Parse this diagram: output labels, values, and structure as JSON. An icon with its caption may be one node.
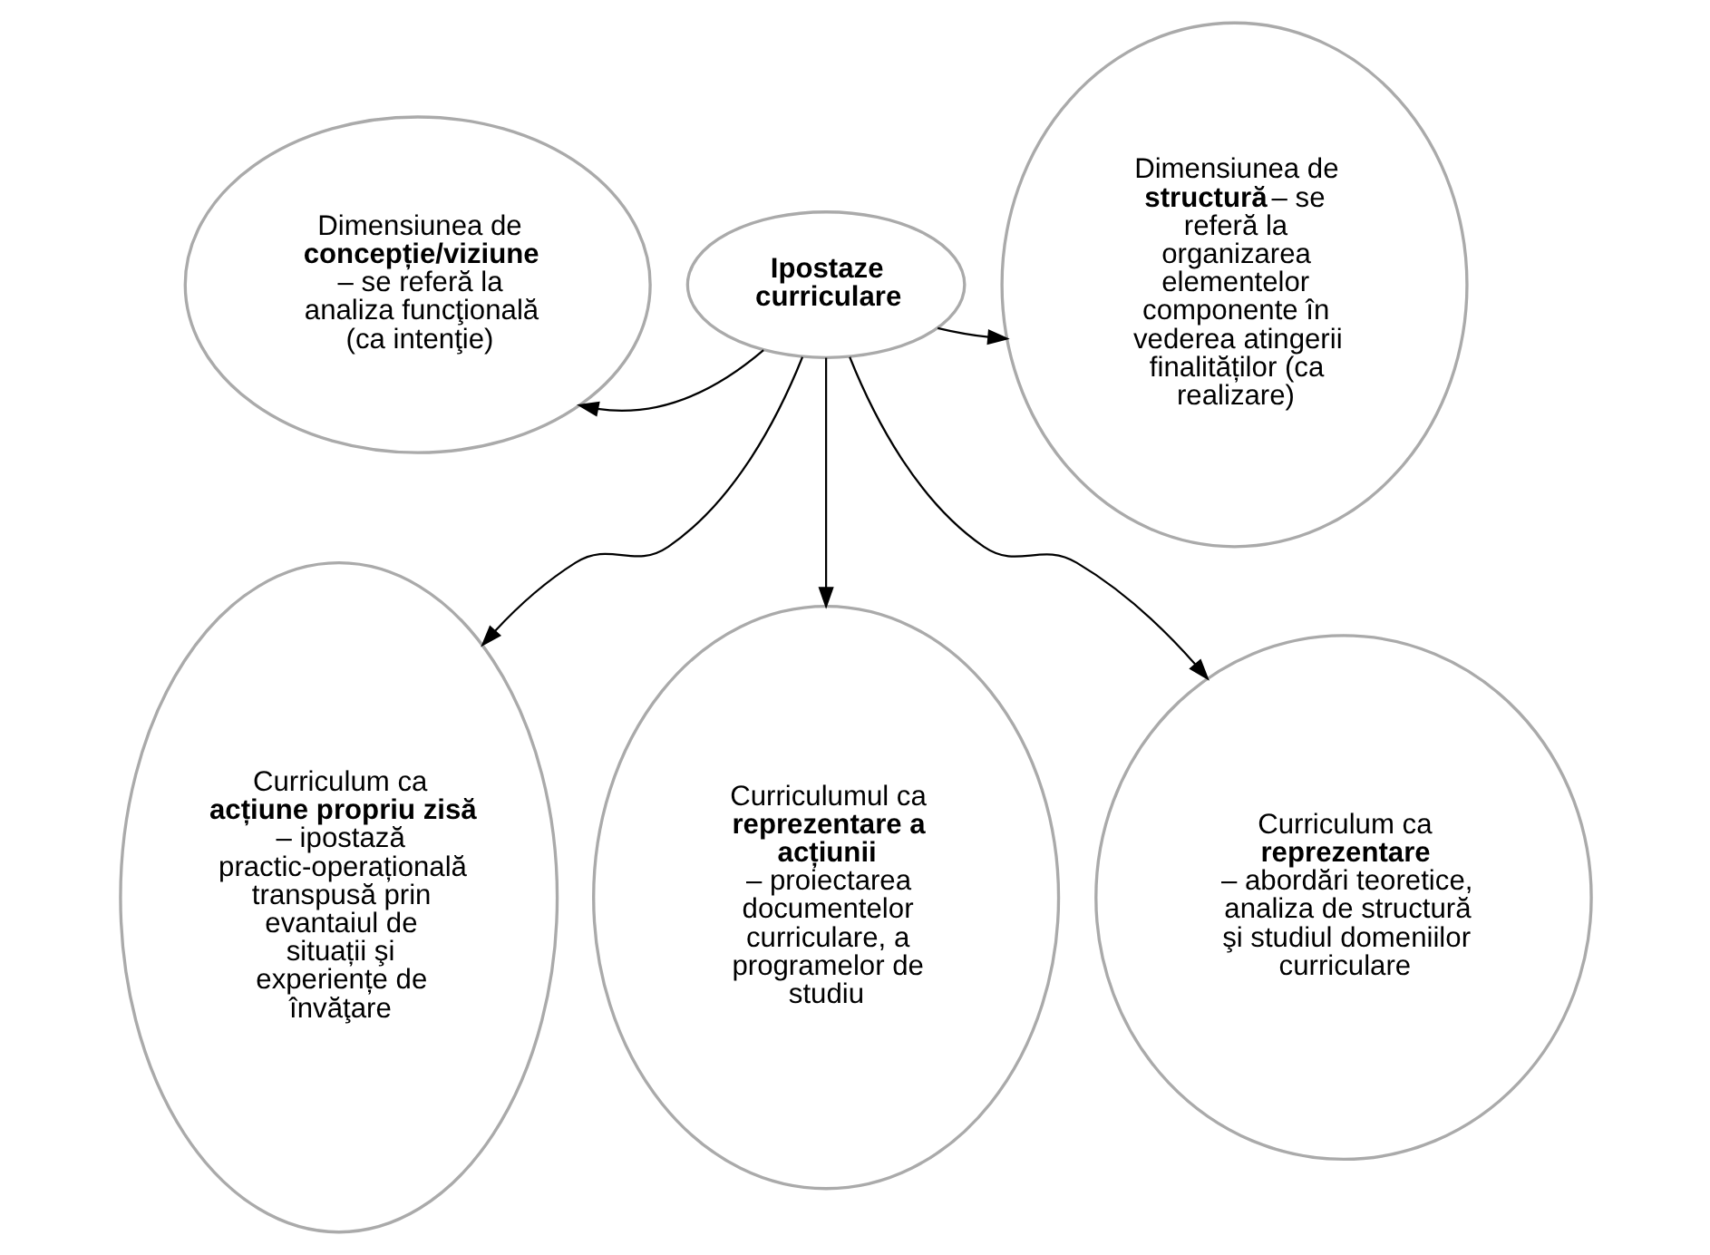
{
  "diagram": {
    "nodes": [
      {
        "text": [
          "Ipostaze curriculare"
        ]
      },
      {
        "text": [
          "Dimensiunea de **concepție/viziune** – se referă la analiza funcţională (ca intenţie)"
        ]
      },
      {
        "text": [
          "Dimensiunea de **structură** – se referă la organizarea elementelor componente în vederea atingerii finalităților (ca realizare)"
        ]
      },
      {
        "text": [
          "Curriculum ca **acțiune propriu zisă** – ipostază practic-operațională transpusă prin evantaiul de situații şi experiențe de învăţare"
        ]
      },
      {
        "text": [
          "Curriculumul ca **reprezentare a acțiunii** – proiectarea documentelor curriculare, a programelor de studiu"
        ]
      },
      {
        "text": [
          "Curriculum ca **reprezentare** – abordări teoretice, analiza de structură şi studiul domeniilor curriculare"
        ]
      }
    ],
    "edges": [
      {
        "from": 0,
        "to": 1,
        "arrow": "to"
      },
      {
        "from": 0,
        "to": 2,
        "arrow": "to"
      },
      {
        "from": 0,
        "to": 3,
        "arrow": "to"
      },
      {
        "from": 0,
        "to": 4,
        "arrow": "to"
      },
      {
        "from": 0,
        "to": 5,
        "arrow": "to"
      }
    ]
  }
}
